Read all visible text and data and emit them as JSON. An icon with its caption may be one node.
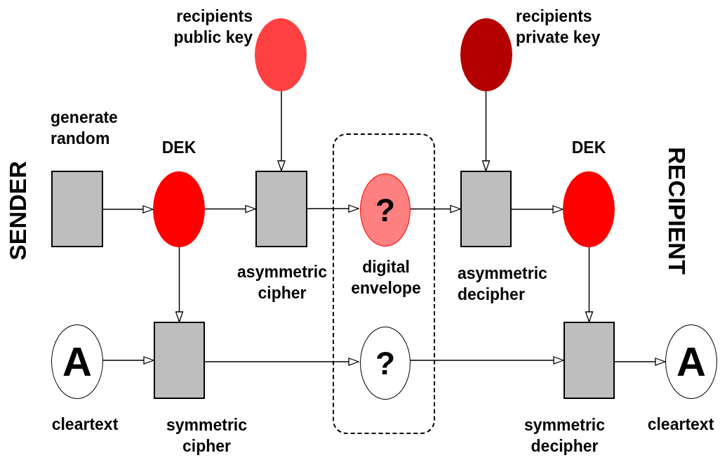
{
  "diagram": {
    "nodes": [
      {
        "text": [],
        "shape": "box"
      },
      {
        "text": [
          "recipients public key"
        ]
      },
      {
        "text": [
          "recipients private key"
        ]
      },
      {
        "text": [
          "generate random"
        ]
      },
      {
        "text": [
          "DEK"
        ]
      },
      {
        "text": [
          "asymmetric cipher"
        ]
      },
      {
        "text": [
          "?",
          "digital envelope"
        ],
        "in": 0
      },
      {
        "text": [
          "asymmetric decipher"
        ]
      },
      {
        "text": [
          "DEK"
        ]
      },
      {
        "text": [
          "A",
          "cleartext"
        ]
      },
      {
        "text": [
          "symmetric cipher"
        ]
      },
      {
        "text": [
          "?"
        ],
        "in": 0
      },
      {
        "text": [
          "symmetric decipher"
        ]
      },
      {
        "text": [
          "A",
          "cleartext"
        ]
      }
    ],
    "edges": [
      {
        "from": 3,
        "to": 4,
        "arrow": "to"
      },
      {
        "from": 4,
        "to": 5,
        "arrow": "to"
      },
      {
        "from": 1,
        "to": 5,
        "arrow": "to"
      },
      {
        "from": 5,
        "to": 6,
        "arrow": "to"
      },
      {
        "from": 6,
        "to": 7,
        "arrow": "to"
      },
      {
        "from": 2,
        "to": 7,
        "arrow": "to"
      },
      {
        "from": 7,
        "to": 8,
        "arrow": "to"
      },
      {
        "from": 4,
        "to": 10,
        "arrow": "to"
      },
      {
        "from": 8,
        "to": 12,
        "arrow": "to"
      },
      {
        "from": 9,
        "to": 10,
        "arrow": "to"
      },
      {
        "from": 10,
        "to": 11,
        "arrow": "to"
      },
      {
        "from": 11,
        "to": 12,
        "arrow": "to"
      },
      {
        "from": 12,
        "to": 13,
        "arrow": "to"
      }
    ],
    "labels": [
      "SENDER",
      "RECIPIENT"
    ]
  }
}
